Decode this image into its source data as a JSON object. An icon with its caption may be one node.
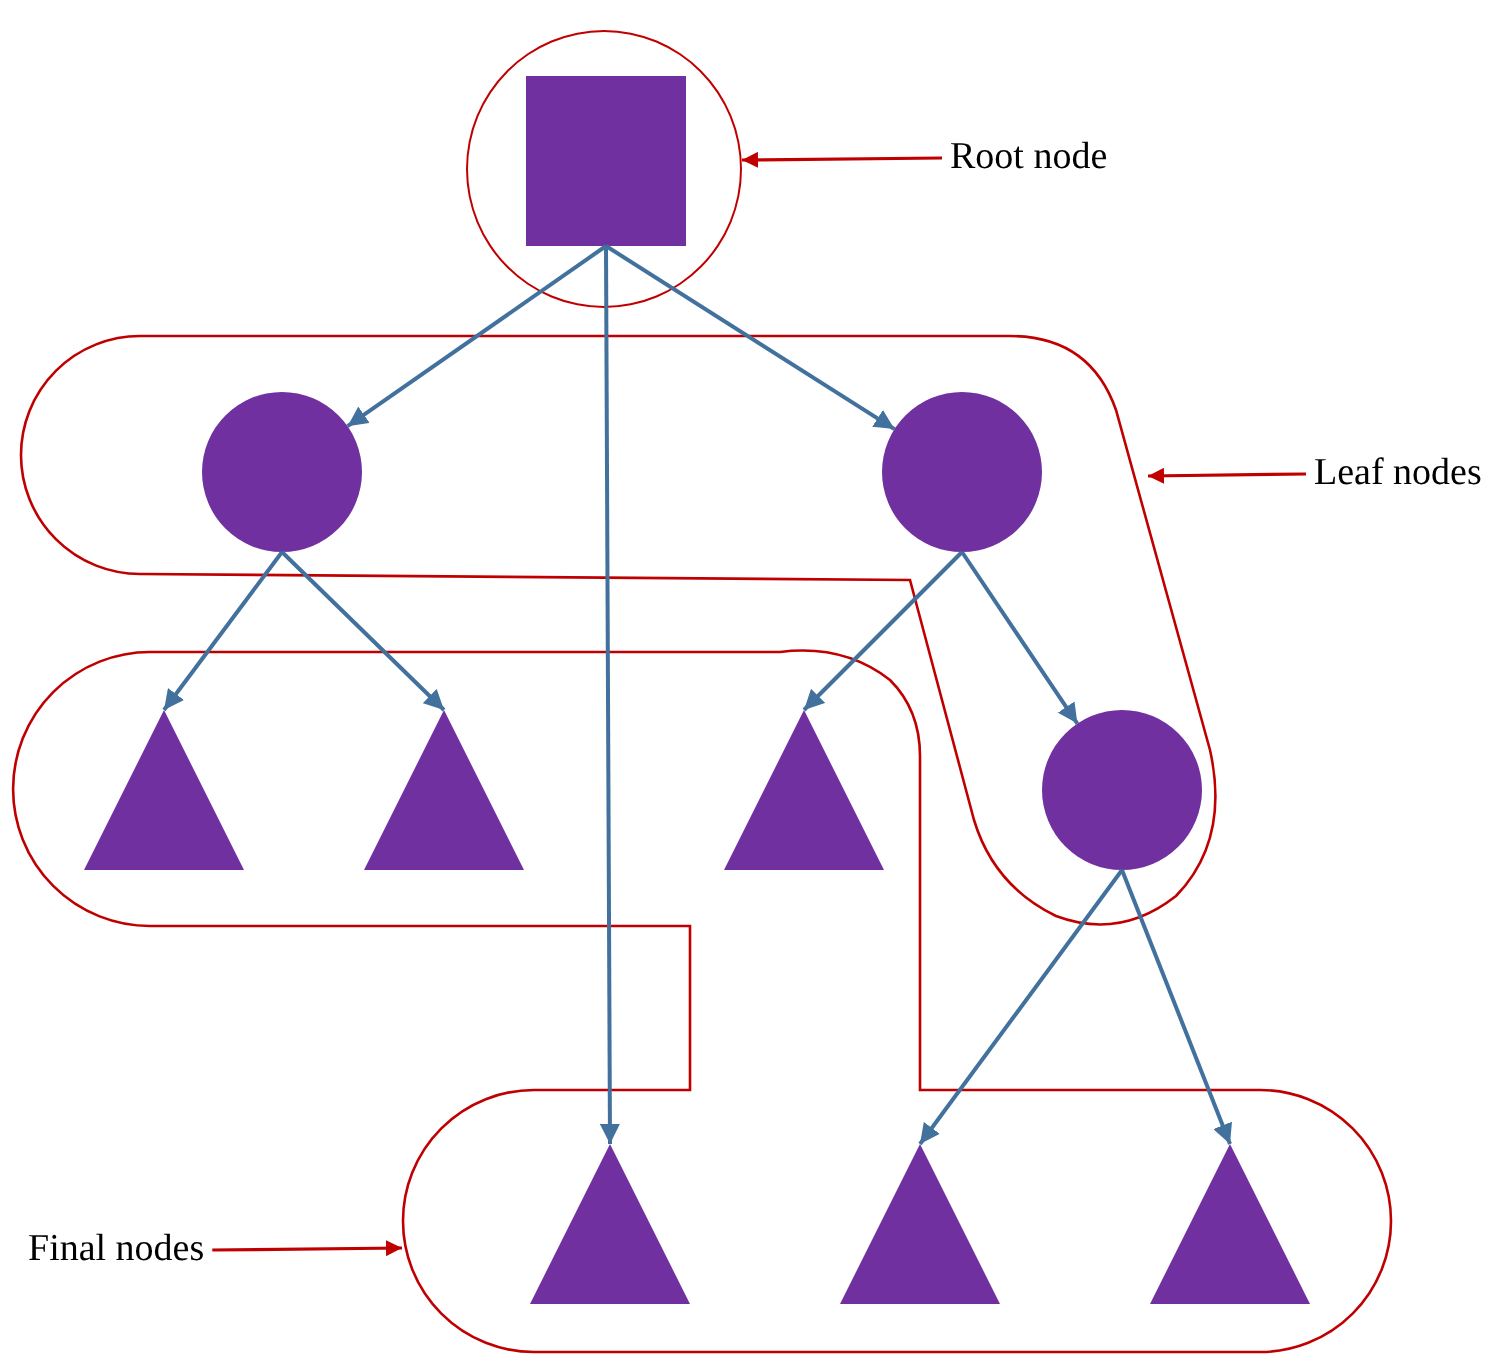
{
  "diagram": {
    "nodes": [
      {
        "text": [],
        "shape": "circle"
      },
      {
        "text": [],
        "shape": "box",
        "in": 0
      },
      {
        "text": [],
        "shape": "outline"
      },
      {
        "text": [],
        "shape": "circle",
        "in": 2
      },
      {
        "text": [],
        "shape": "circle",
        "in": 2
      },
      {
        "text": [],
        "shape": "circle",
        "in": 2
      },
      {
        "text": [],
        "shape": "outline"
      },
      {
        "text": [],
        "shape": "triangle",
        "in": 6
      },
      {
        "text": [],
        "shape": "triangle",
        "in": 6
      },
      {
        "text": [],
        "shape": "triangle",
        "in": 6
      },
      {
        "text": [],
        "shape": "triangle",
        "in": 6
      },
      {
        "text": [],
        "shape": "triangle",
        "in": 6
      },
      {
        "text": [],
        "shape": "triangle",
        "in": 6
      },
      {
        "text": [
          "Root node"
        ]
      },
      {
        "text": [
          "Leaf nodes"
        ]
      },
      {
        "text": [
          "Final nodes"
        ]
      }
    ],
    "edges": [
      {
        "from": 1,
        "to": 3,
        "arrow": "to"
      },
      {
        "from": 1,
        "to": 4,
        "arrow": "to"
      },
      {
        "from": 1,
        "to": 10,
        "arrow": "to"
      },
      {
        "from": 3,
        "to": 7,
        "arrow": "to"
      },
      {
        "from": 3,
        "to": 8,
        "arrow": "to"
      },
      {
        "from": 4,
        "to": 9,
        "arrow": "to"
      },
      {
        "from": 4,
        "to": 5,
        "arrow": "to"
      },
      {
        "from": 5,
        "to": 11,
        "arrow": "to"
      },
      {
        "from": 5,
        "to": 12,
        "arrow": "to"
      },
      {
        "from": 13,
        "to": 0,
        "arrow": "to",
        "color": "#c00000"
      },
      {
        "from": 14,
        "to": 2,
        "arrow": "to",
        "color": "#c00000"
      },
      {
        "from": 15,
        "to": 6,
        "arrow": "to",
        "color": "#c00000"
      }
    ]
  }
}
